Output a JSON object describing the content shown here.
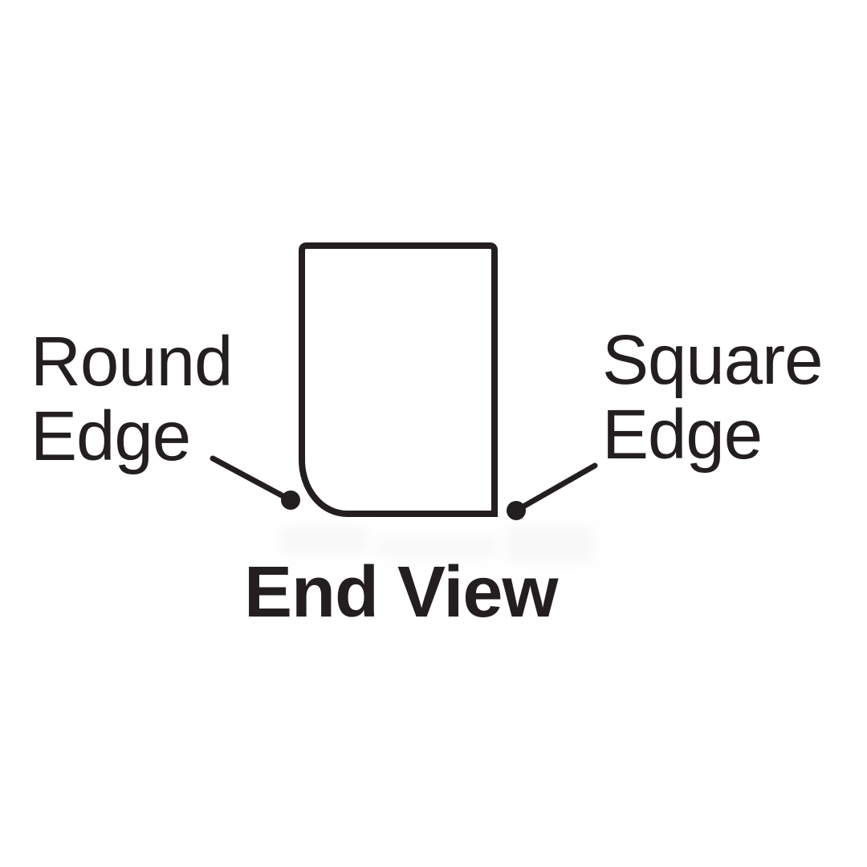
{
  "diagram": {
    "caption": "End View",
    "labels": {
      "round_edge": {
        "line1": "Round",
        "line2": "Edge"
      },
      "square_edge": {
        "line1": "Square",
        "line2": "Edge"
      }
    },
    "annotations": [
      {
        "name": "round-edge-callout",
        "target": "bottom-left corner of profile",
        "marker": "dot-with-leader-line"
      },
      {
        "name": "square-edge-callout",
        "target": "bottom-right corner of profile",
        "marker": "dot-with-leader-line"
      }
    ],
    "colors": {
      "ink": "#231f20",
      "background": "#ffffff"
    }
  }
}
